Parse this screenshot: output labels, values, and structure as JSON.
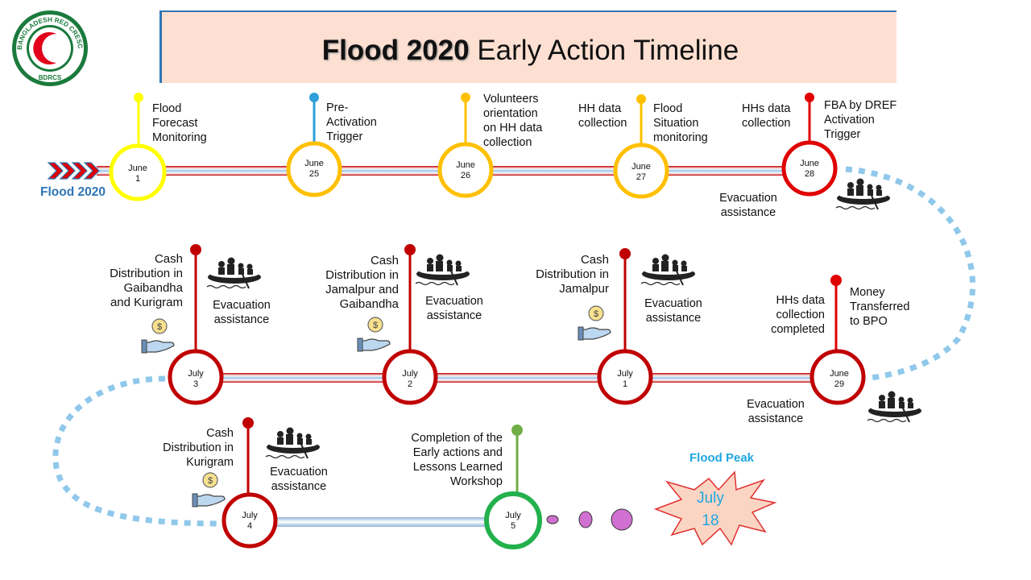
{
  "title": {
    "bold": "Flood 2020",
    "rest": " Early Action Timeline"
  },
  "logo": {
    "ring_text": "BANGLADESH RED CRESCENT SOCIETY",
    "bottom_text": "BDRCS"
  },
  "start_label": "Flood 2020",
  "flood_peak": {
    "label": "Flood Peak",
    "date_line1": "July",
    "date_line2": "18"
  },
  "milestones": [
    {
      "id": "june1",
      "month": "June",
      "day": "1",
      "ring": "#ffff00",
      "pin": "#ffff00",
      "text": [
        "Flood",
        "Forecast",
        "Monitoring"
      ]
    },
    {
      "id": "june25",
      "month": "June",
      "day": "25",
      "ring": "#ffc000",
      "pin": "#2e9fd8",
      "text": [
        "Pre-",
        "Activation",
        "Trigger"
      ]
    },
    {
      "id": "june26",
      "month": "June",
      "day": "26",
      "ring": "#ffc000",
      "pin": "#ffc000",
      "text": [
        "Volunteers",
        "orientation",
        "on HH data",
        "collection"
      ]
    },
    {
      "id": "june27",
      "month": "June",
      "day": "27",
      "ring": "#ffc000",
      "pin": "#ffc000",
      "text": [
        "Flood",
        "Situation",
        "monitoring"
      ],
      "left_text": [
        "HH data",
        "collection"
      ]
    },
    {
      "id": "june28",
      "month": "June",
      "day": "28",
      "ring": "#e00000",
      "pin": "#e00000",
      "text": [
        "FBA by DREF",
        "Activation",
        "Trigger"
      ],
      "left_text": [
        "HHs data",
        "collection"
      ],
      "below_text": [
        "Evacuation",
        "assistance"
      ]
    },
    {
      "id": "june29",
      "month": "June",
      "day": "29",
      "ring": "#c00000",
      "pin": "#e00000",
      "text": [
        "Money",
        "Transferred",
        "to BPO"
      ],
      "left_text": [
        "HHs data",
        "collection",
        "completed"
      ],
      "below_text": [
        "Evacuation",
        "assistance"
      ]
    },
    {
      "id": "july1",
      "month": "July",
      "day": "1",
      "ring": "#c00000",
      "pin": "#c00000",
      "left_text": [
        "Cash",
        "Distribution in",
        "Jamalpur"
      ],
      "right_text": [
        "Evacuation",
        "assistance"
      ]
    },
    {
      "id": "july2",
      "month": "July",
      "day": "2",
      "ring": "#c00000",
      "pin": "#c00000",
      "left_text": [
        "Cash",
        "Distribution in",
        "Jamalpur and",
        "Gaibandha"
      ],
      "right_text": [
        "Evacuation",
        "assistance"
      ]
    },
    {
      "id": "july3",
      "month": "July",
      "day": "3",
      "ring": "#c00000",
      "pin": "#c00000",
      "left_text": [
        "Cash",
        "Distribution in",
        "Gaibandha",
        "and Kurigram"
      ],
      "right_text": [
        "Evacuation",
        "assistance"
      ]
    },
    {
      "id": "july4",
      "month": "July",
      "day": "4",
      "ring": "#c00000",
      "pin": "#c00000",
      "left_text": [
        "Cash",
        "Distribution in",
        "Kurigram"
      ],
      "right_text": [
        "Evacuation",
        "assistance"
      ]
    },
    {
      "id": "july5",
      "month": "July",
      "day": "5",
      "ring": "#22b14c",
      "pin": "#70ad47",
      "left_text": [
        "Completion of the",
        "Early actions and",
        "Lessons Learned",
        "Workshop"
      ]
    }
  ],
  "colors": {
    "accent_blue": "#2e75b6",
    "peak_text": "#1ea7e0",
    "peak_fill": "#fbd5c4",
    "peak_stroke": "#e03030",
    "dot_fill": "#d070d0",
    "dash_line": "#8fc8ea"
  },
  "icons": [
    "bdrcs-logo",
    "chevron-arrows-icon",
    "boat-evacuation-icon",
    "cash-hand-icon",
    "flood-peak-star-icon"
  ]
}
